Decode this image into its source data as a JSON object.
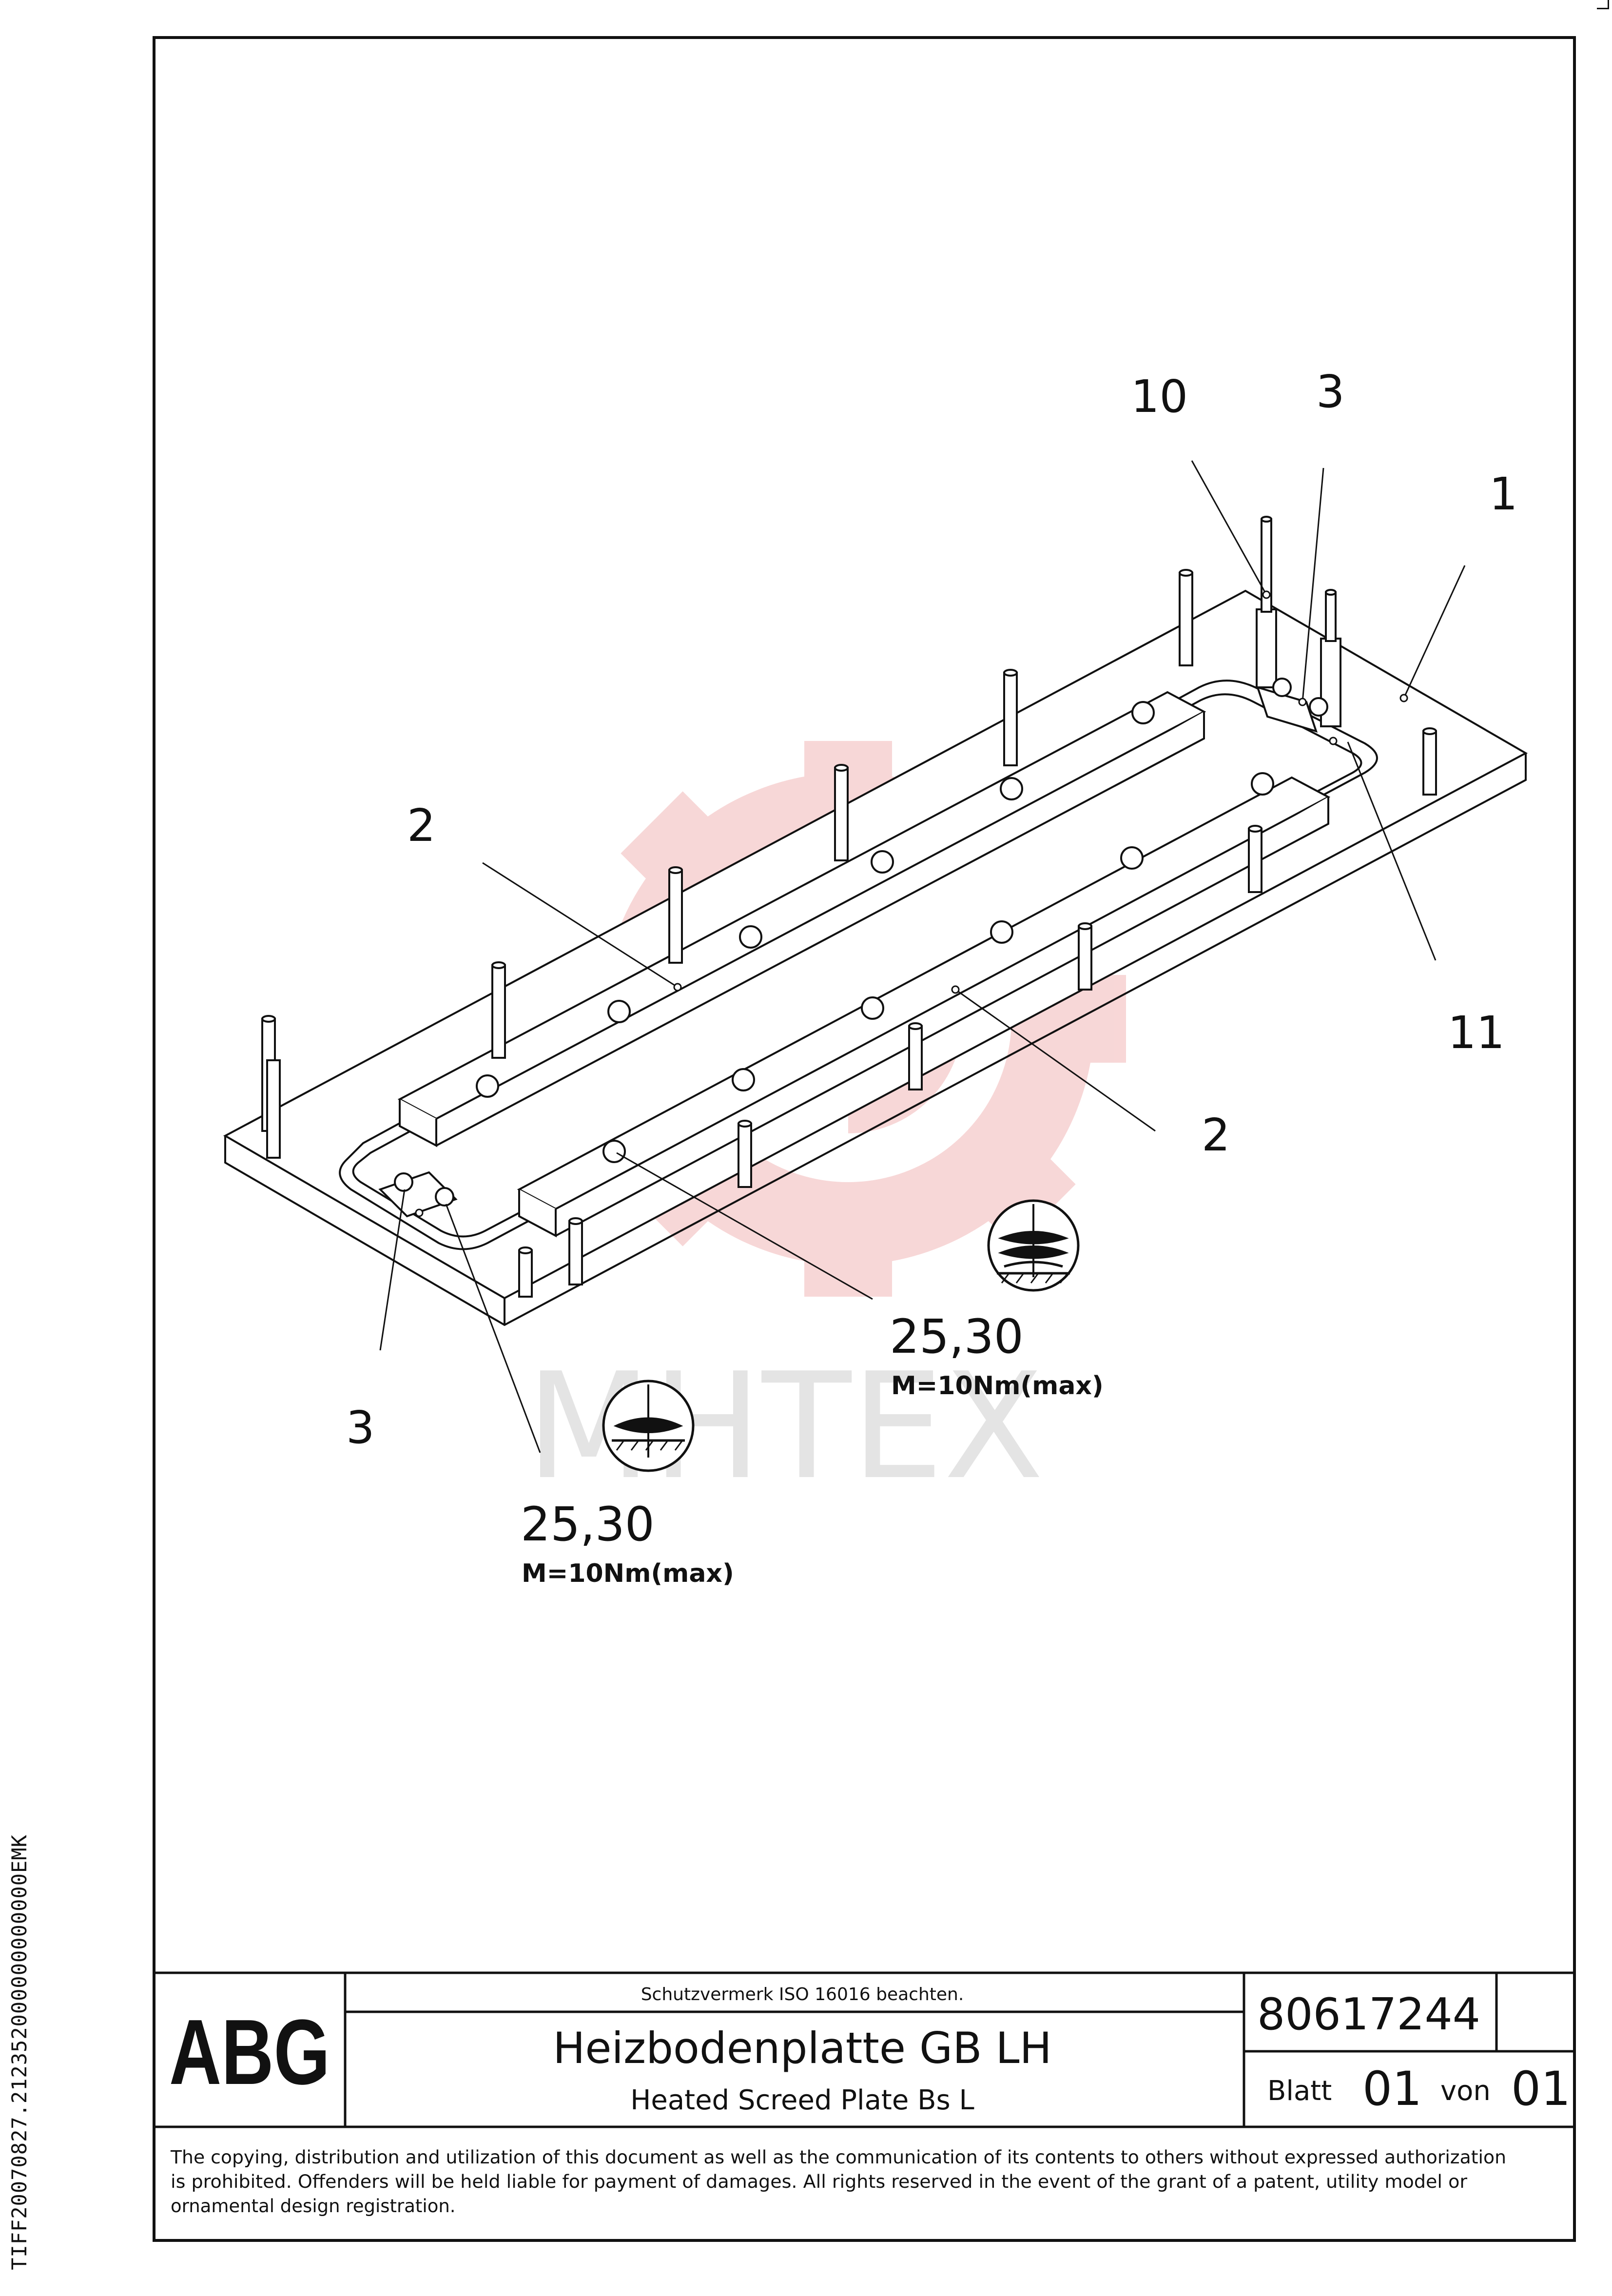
{
  "watermark": "MHTEX",
  "side_code": "TIFF20070827.212352000000000000EMK",
  "callouts": {
    "c10": "10",
    "c3_top": "3",
    "c1": "1",
    "c2_left": "2",
    "c11": "11",
    "c2_right": "2",
    "c3_bottom": "3"
  },
  "torque": {
    "right_numbers": "25,30",
    "right_spec": "M=10Nm(max)",
    "left_numbers": "25,30",
    "left_spec": "M=10Nm(max)"
  },
  "title_block": {
    "logo": "ABG",
    "protection_note": "Schutzvermerk ISO 16016 beachten.",
    "title_de": "Heizbodenplatte GB LH",
    "title_en": "Heated Screed Plate Bs L",
    "part_number": "80617244",
    "sheet_label": "Blatt",
    "sheet_no": "01",
    "of_label": "von",
    "sheet_total": "01",
    "copyright": [
      "The copying, distribution and utilization of this document as well as the communication of its contents to others without expressed authorization",
      "is prohibited. Offenders will be held liable for payment of damages. All rights reserved in the event of the grant of a patent, utility model or",
      "ornamental design registration."
    ]
  },
  "colors": {
    "line": "#111111",
    "watermark_red": "#f2b7b7",
    "watermark_grey": "#d9d9d9"
  }
}
